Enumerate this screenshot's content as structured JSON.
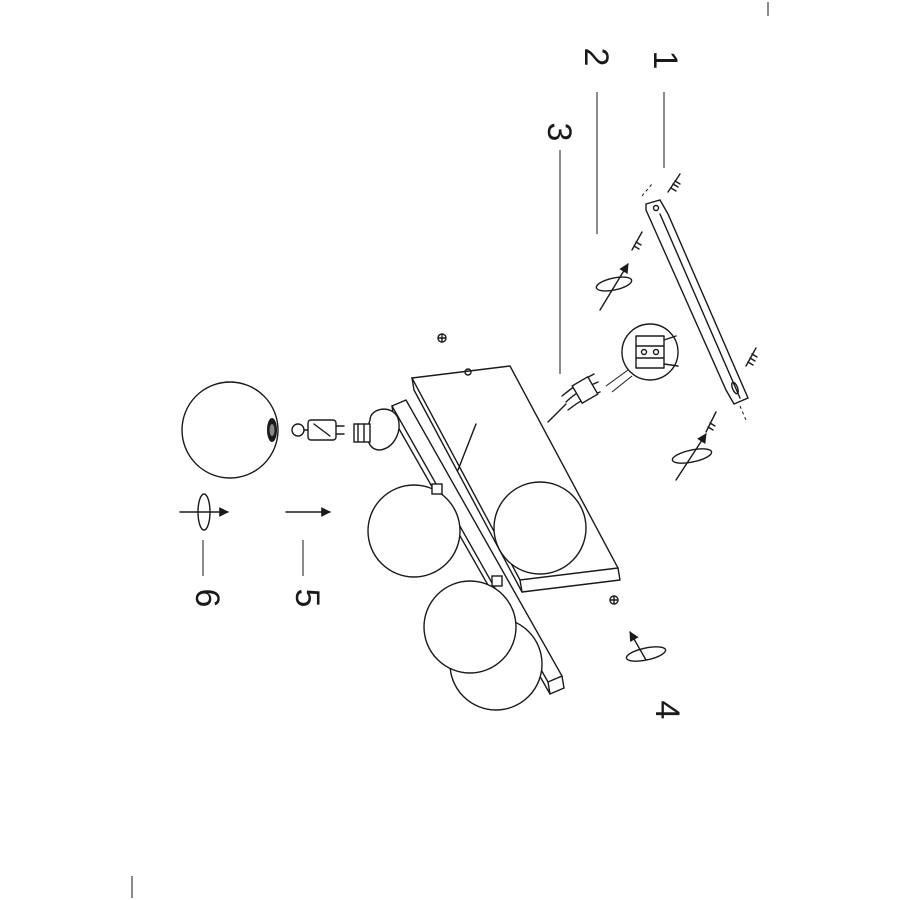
{
  "steps": [
    {
      "id": "1",
      "label": "1"
    },
    {
      "id": "2",
      "label": "2"
    },
    {
      "id": "3",
      "label": "3"
    },
    {
      "id": "4",
      "label": "4"
    },
    {
      "id": "5",
      "label": "5"
    },
    {
      "id": "6",
      "label": "6"
    }
  ]
}
